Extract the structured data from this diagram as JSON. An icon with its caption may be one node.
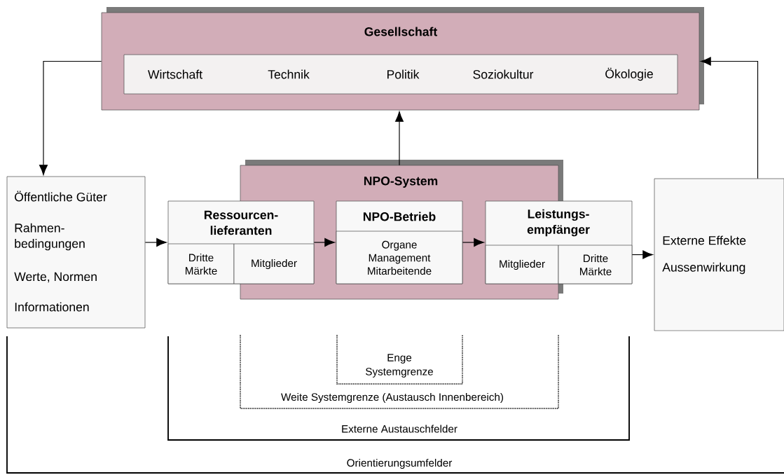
{
  "diagram": {
    "nodes": [
      {
        "text": [
          "Gesellschaft"
        ]
      },
      {
        "text": [
          "Wirtschaft",
          "Technik",
          "Politik",
          "Soziokultur",
          "Ökologie"
        ],
        "in": 0
      },
      {
        "text": [
          "Öffentliche Güter",
          "Rahmen- bedingungen",
          "Werte, Normen",
          "Informationen"
        ]
      },
      {
        "text": [
          "NPO-System"
        ]
      },
      {
        "text": [
          "Ressourcen- lieferanten"
        ]
      },
      {
        "text": [
          "Dritte Märkte"
        ],
        "in": 4
      },
      {
        "text": [
          "Mitglieder"
        ],
        "in": 4
      },
      {
        "text": [
          "NPO-Betrieb"
        ],
        "in": 3
      },
      {
        "text": [
          "Organe Management Mitarbeitende"
        ],
        "in": 7
      },
      {
        "text": [
          "Leistungs- empfänger"
        ]
      },
      {
        "text": [
          "Mitglieder"
        ]
      },
      {
        "text": [
          "Dritte Märkte"
        ],
        "in": 9
      },
      {
        "text": [
          "Externe Effekte",
          "Aussenwirkung"
        ]
      }
    ],
    "edges": [
      {
        "from": 0,
        "to": 2,
        "arrow": "to"
      },
      {
        "from": 3,
        "to": 0,
        "arrow": "to"
      },
      {
        "from": 12,
        "to": 0,
        "arrow": "to"
      },
      {
        "from": 2,
        "to": 4,
        "arrow": "to"
      },
      {
        "from": 4,
        "to": 7,
        "arrow": "to"
      },
      {
        "from": 7,
        "to": 9,
        "arrow": "to"
      },
      {
        "from": 9,
        "to": 12,
        "arrow": "to"
      }
    ],
    "labels": [
      "Enge Systemgrenze",
      "Weite Systemgrenze (Austausch Innenbereich)",
      "Externe Austauschfelder",
      "Orientierungsumfelder"
    ]
  }
}
